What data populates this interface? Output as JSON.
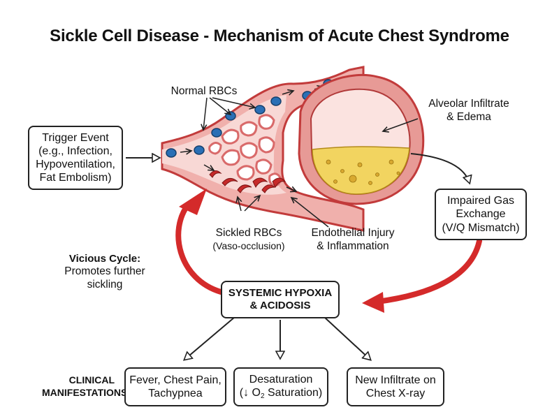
{
  "title": "Sickle Cell Disease - Mechanism of Acute Chest Syndrome",
  "trigger": {
    "lines": [
      "Trigger Event",
      "(e.g., Infection,",
      "Hypoventilation,",
      "Fat Embolism)"
    ]
  },
  "labels": {
    "normal_rbcs": "Normal RBCs",
    "alveolar": [
      "Alveolar Infiltrate",
      "& Edema"
    ],
    "sickled": "Sickled RBCs",
    "sickled_sub": "(Vaso-occlusion)",
    "endothelial": [
      "Endothelial Injury",
      "& Inflammation"
    ]
  },
  "impaired": {
    "lines": [
      "Impaired Gas",
      "Exchange",
      "(V/Q Mismatch)"
    ]
  },
  "vicious": {
    "heading": "Vicious Cycle:",
    "lines": [
      "Promotes further",
      "sickling"
    ]
  },
  "hypoxia": {
    "lines": [
      "SYSTEMIC HYPOXIA",
      "& ACIDOSIS"
    ]
  },
  "clinical": {
    "title_lines": [
      "CLINICAL",
      "MANIFESTATIONS"
    ],
    "fever": [
      "Fever, Chest Pain,",
      "Tachypnea"
    ],
    "desaturation": {
      "line1": "Desaturation",
      "prefix": "(↓ O",
      "subscript": "2",
      "suffix": " Saturation)"
    },
    "infiltrate": [
      "New Infiltrate on",
      "Chest X-ray"
    ]
  },
  "colors": {
    "vessel_red": "#e28a8a",
    "vessel_dark": "#c23b3b",
    "rbc_blue": "#2a6fb5",
    "edema_yellow": "#f2d460",
    "alveolus_pink": "#f6d4cf",
    "cycle_arrow": "#d42a2a"
  }
}
